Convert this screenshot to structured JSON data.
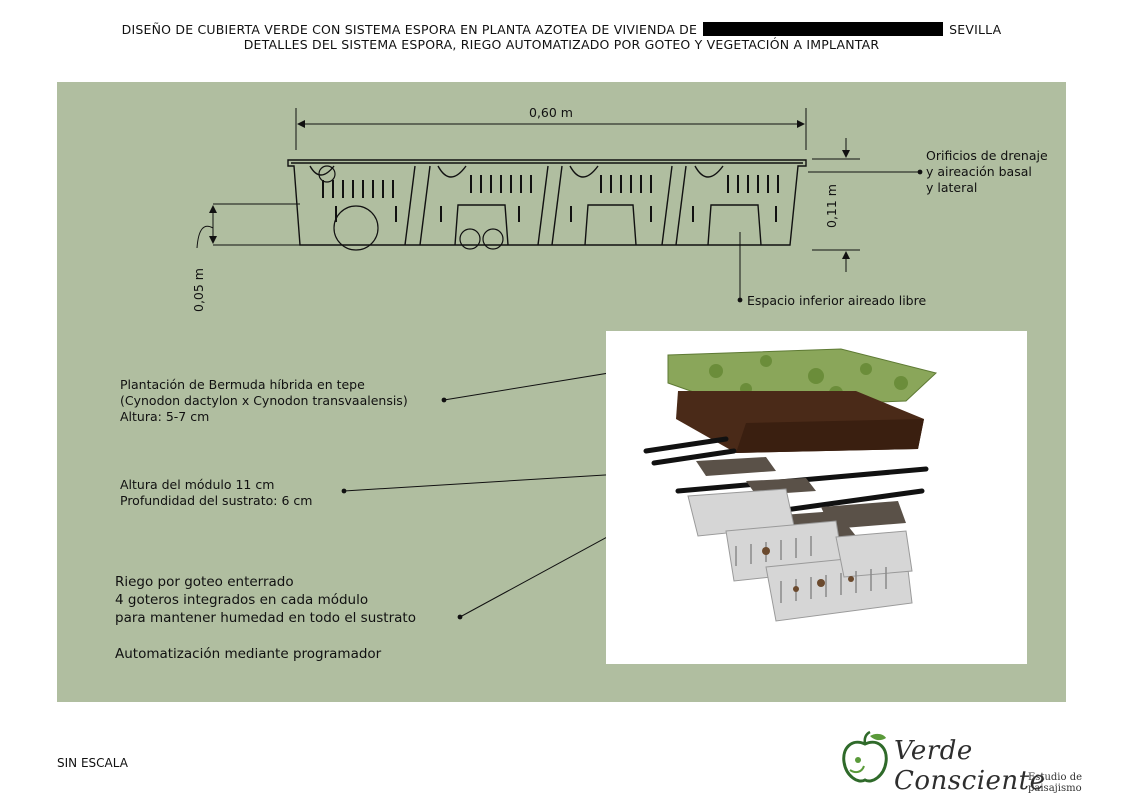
{
  "header": {
    "line1_prefix": "DISEÑO DE CUBIERTA VERDE CON SISTEMA ESPORA EN PLANTA AZOTEA DE VIVIENDA DE",
    "line1_suffix": "SEVILLA",
    "line2": "DETALLES DEL SISTEMA ESPORA, RIEGO AUTOMATIZADO POR GOTEO Y VEGETACIÓN A IMPLANTAR"
  },
  "section": {
    "dim_width": "0,60 m",
    "dim_height": "0,11 m",
    "dim_small": "0,05 m",
    "label_drainage": [
      "Orificios de drenaje",
      "y aireación basal",
      "y lateral"
    ],
    "label_space": "Espacio inferior aireado libre"
  },
  "annotations": {
    "plantation": [
      "Plantación de Bermuda híbrida en tepe",
      "(Cynodon dactylon x Cynodon transvaalensis)",
      "Altura: 5-7 cm"
    ],
    "module": [
      "Altura del módulo 11 cm",
      "Profundidad del sustrato: 6 cm"
    ],
    "irrigation": [
      "Riego por goteo enterrado",
      "4 goteros integrados en cada módulo",
      "para mantener humedad en todo el sustrato"
    ],
    "automation": "Automatización mediante programador"
  },
  "footer": {
    "scale": "SIN ESCALA",
    "brand": "Verde Consciente",
    "tagline": "Estudio de paisajismo"
  },
  "colors": {
    "panel": "#b0bea0",
    "grass": "#7c9a48",
    "soil": "#4a2a18",
    "module": "#d9d9d9"
  }
}
